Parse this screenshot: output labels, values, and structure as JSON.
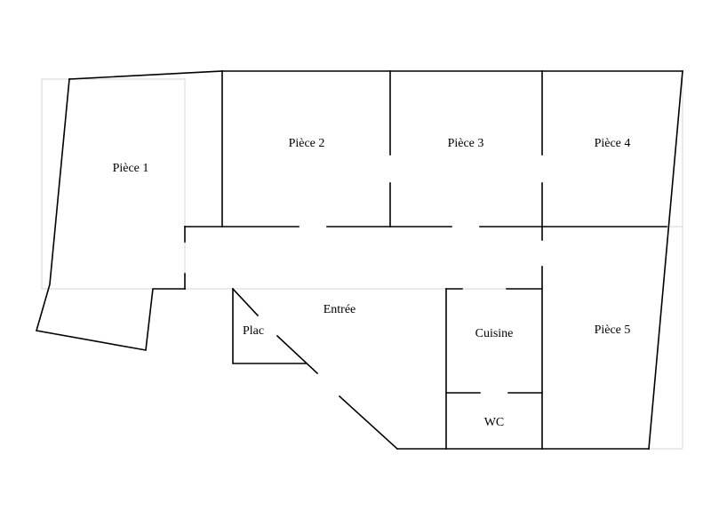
{
  "floor_plan": {
    "rooms": [
      {
        "id": "piece-1",
        "label": "Pièce 1"
      },
      {
        "id": "piece-2",
        "label": "Pièce 2"
      },
      {
        "id": "piece-3",
        "label": "Pièce 3"
      },
      {
        "id": "piece-4",
        "label": "Pièce 4"
      },
      {
        "id": "piece-5",
        "label": "Pièce 5"
      },
      {
        "id": "entree",
        "label": "Entrée"
      },
      {
        "id": "plac",
        "label": "Plac"
      },
      {
        "id": "cuisine",
        "label": "Cuisine"
      },
      {
        "id": "wc",
        "label": "WC"
      }
    ],
    "colors": {
      "wall": "#000000",
      "guide": "#d6d6d6",
      "background": "#ffffff"
    }
  }
}
